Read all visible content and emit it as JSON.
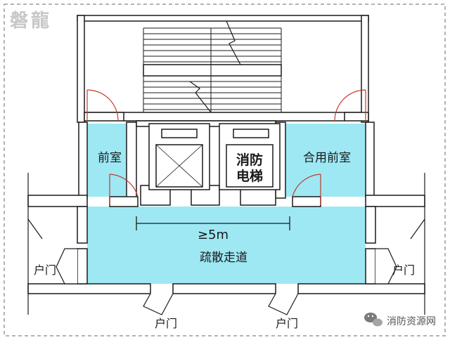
{
  "watermark": "磐龍",
  "colors": {
    "room_fill": "#9ee8f3",
    "wall_stroke": "#1a1a1a",
    "door_swing": "#c0392b",
    "border_dash": "#9a9a9a",
    "watermark": "#c8c8c8",
    "wechat_icon": "#7a7a7a"
  },
  "rooms": {
    "front_room": "前室",
    "fire_elevator_line1": "消防",
    "fire_elevator_line2": "电梯",
    "shared_front_room": "合用前室",
    "corridor": "疏散走道"
  },
  "dimension": {
    "label": "≥5m"
  },
  "doors": {
    "left": "户门",
    "right": "户门",
    "bottom_left": "户门",
    "bottom_right": "户门"
  },
  "footer": {
    "icon": "wechat-icon",
    "source": "消防资源网"
  }
}
